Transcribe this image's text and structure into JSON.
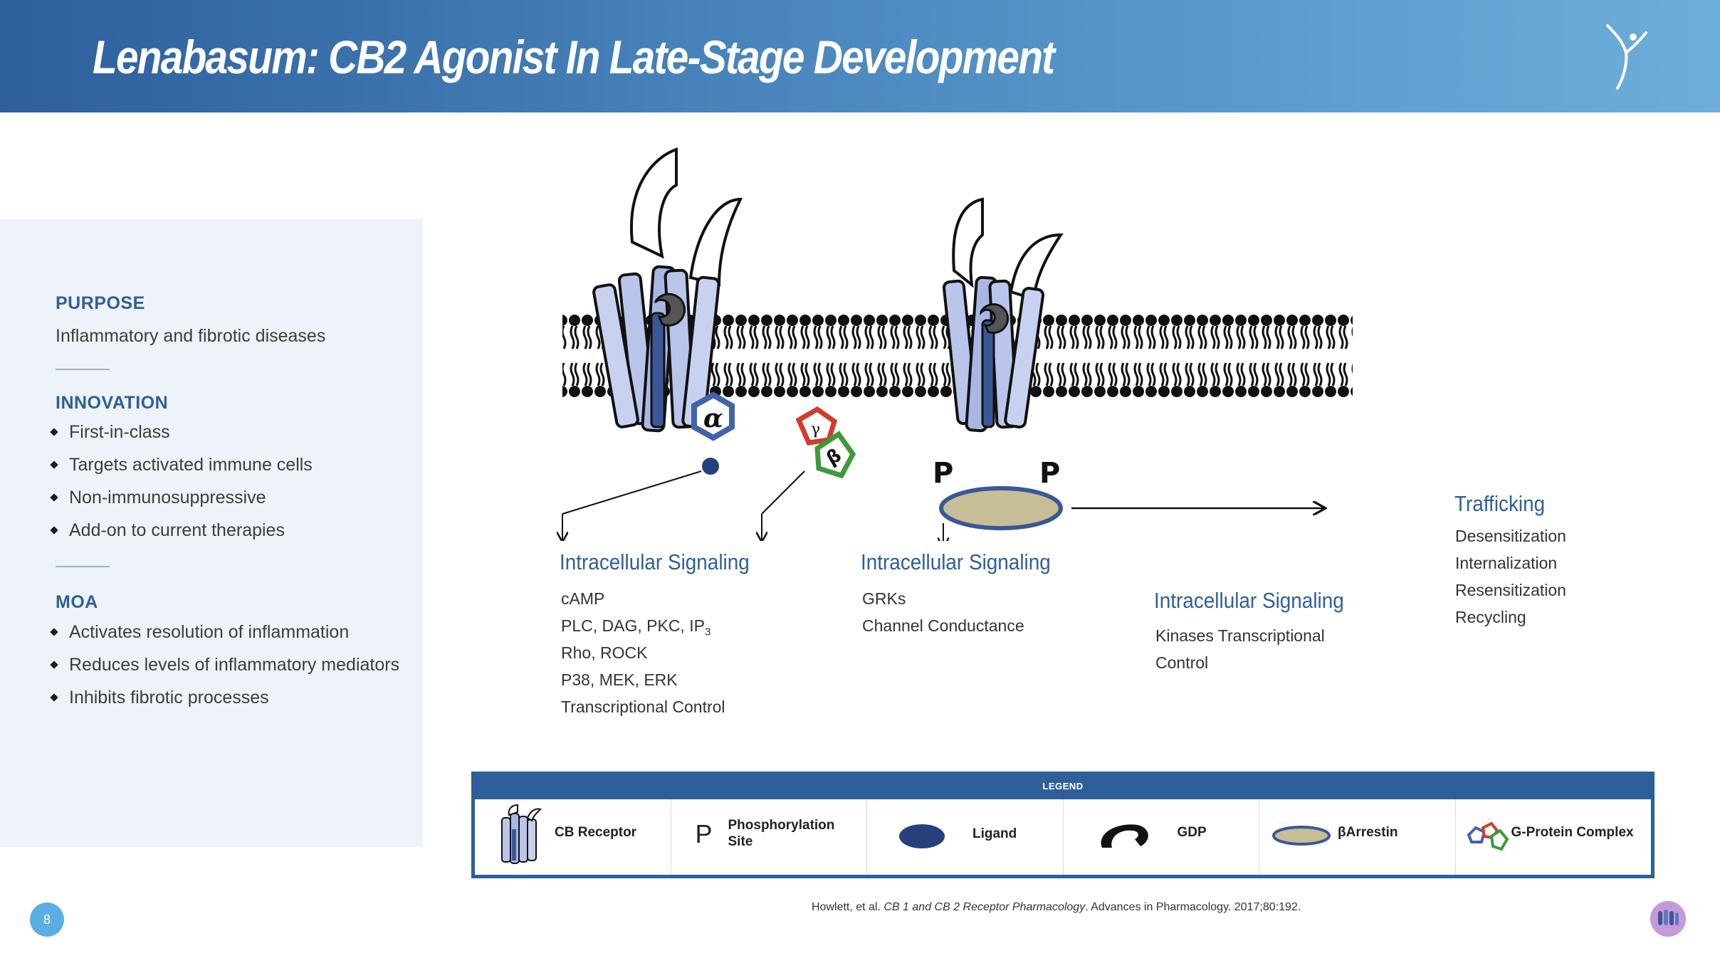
{
  "header": {
    "title": "Lenabasum: CB2 Agonist In Late-Stage Development"
  },
  "colors": {
    "brand_blue": "#2f5f9a",
    "header_light": "#6daedb",
    "panel_bg": "#edf3f8"
  },
  "panel": {
    "purpose": {
      "heading": "PURPOSE",
      "text": "Inflammatory and fibrotic diseases"
    },
    "innovation": {
      "heading": "INNOVATION",
      "items": [
        "First-in-class",
        "Targets activated immune cells",
        "Non-immunosuppressive",
        "Add-on to current therapies"
      ]
    },
    "moa": {
      "heading": "MOA",
      "items": [
        "Activates resolution of inflammation",
        "Reduces levels of inflammatory mediators",
        "Inhibits fibrotic processes"
      ]
    }
  },
  "diagram": {
    "alpha_symbol": "α",
    "gamma_symbol": "γ",
    "beta_symbol": "β",
    "phospho_left": "P",
    "phospho_right": "P",
    "signal_1": {
      "title": "Intracellular Signaling",
      "items": [
        "cAMP",
        "PLC, DAG, PKC, IP",
        "Rho, ROCK",
        "P38, MEK, ERK",
        "Transcriptional Control"
      ],
      "sub": "3"
    },
    "signal_2": {
      "title": "Intracellular Signaling",
      "items": [
        "GRKs",
        "Channel Conductance"
      ]
    },
    "signal_3": {
      "title": "Intracellular Signaling",
      "items": [
        "Kinases Transcriptional",
        "Control"
      ]
    },
    "trafficking": {
      "title": "Trafficking",
      "items": [
        "Desensitization",
        "Internalization",
        "Resensitization",
        "Recycling"
      ]
    }
  },
  "legend": {
    "title": "LEGEND",
    "items": {
      "cb_receptor": "CB Receptor",
      "phospho_symbol": "P",
      "phospho_line1": "Phosphorylation",
      "phospho_line2": "Site",
      "ligand": "Ligand",
      "gdp": "GDP",
      "barrestin": "βArrestin",
      "gprotein": "G-Protein Complex"
    }
  },
  "citation": {
    "authors": "Howlett, et al. ",
    "title": "CB 1 and CB 2 Receptor Pharmacology",
    "rest": ". Advances in Pharmacology. 2017;80:192."
  },
  "page_number": "8"
}
